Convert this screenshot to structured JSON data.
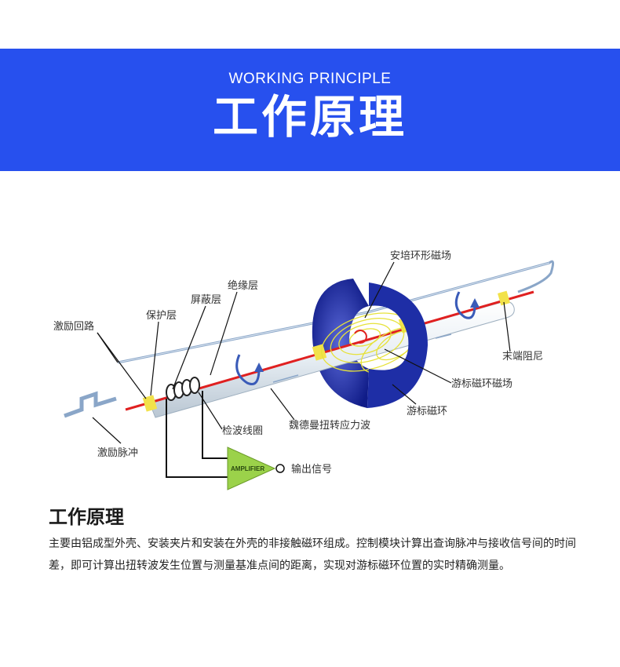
{
  "banner": {
    "en_title": "WORKING PRINCIPLE",
    "cn_title": "工作原理"
  },
  "diagram": {
    "labels": {
      "magnet_field": "安培环形磁场",
      "insulation": "绝缘层",
      "shield": "屏蔽层",
      "protect": "保护层",
      "excite_loop": "激励回路",
      "end_damp": "末端阻尼",
      "float_field": "游标磁环磁场",
      "float_ring": "游标磁环",
      "wiedemann": "魏德曼扭转应力波",
      "pickup_coil": "检波线圈",
      "excite_pulse": "激励脉冲",
      "amplifier": "AMPLIFIER",
      "output": "输出信号"
    },
    "colors": {
      "ring": "#1f2fa8",
      "wire": "#e02020",
      "tube": "#e8eef4",
      "loop": "#8aa6c8",
      "amplifier": "#9bd24a"
    }
  },
  "section": {
    "title": "工作原理",
    "body": "主要由铝成型外壳、安装夹片和安装在外壳的非接触磁环组成。控制模块计算出查询脉冲与接收信号间的时间差，即可计算出扭转波发生位置与测量基准点间的距离，实现对游标磁环位置的实时精确测量。"
  }
}
